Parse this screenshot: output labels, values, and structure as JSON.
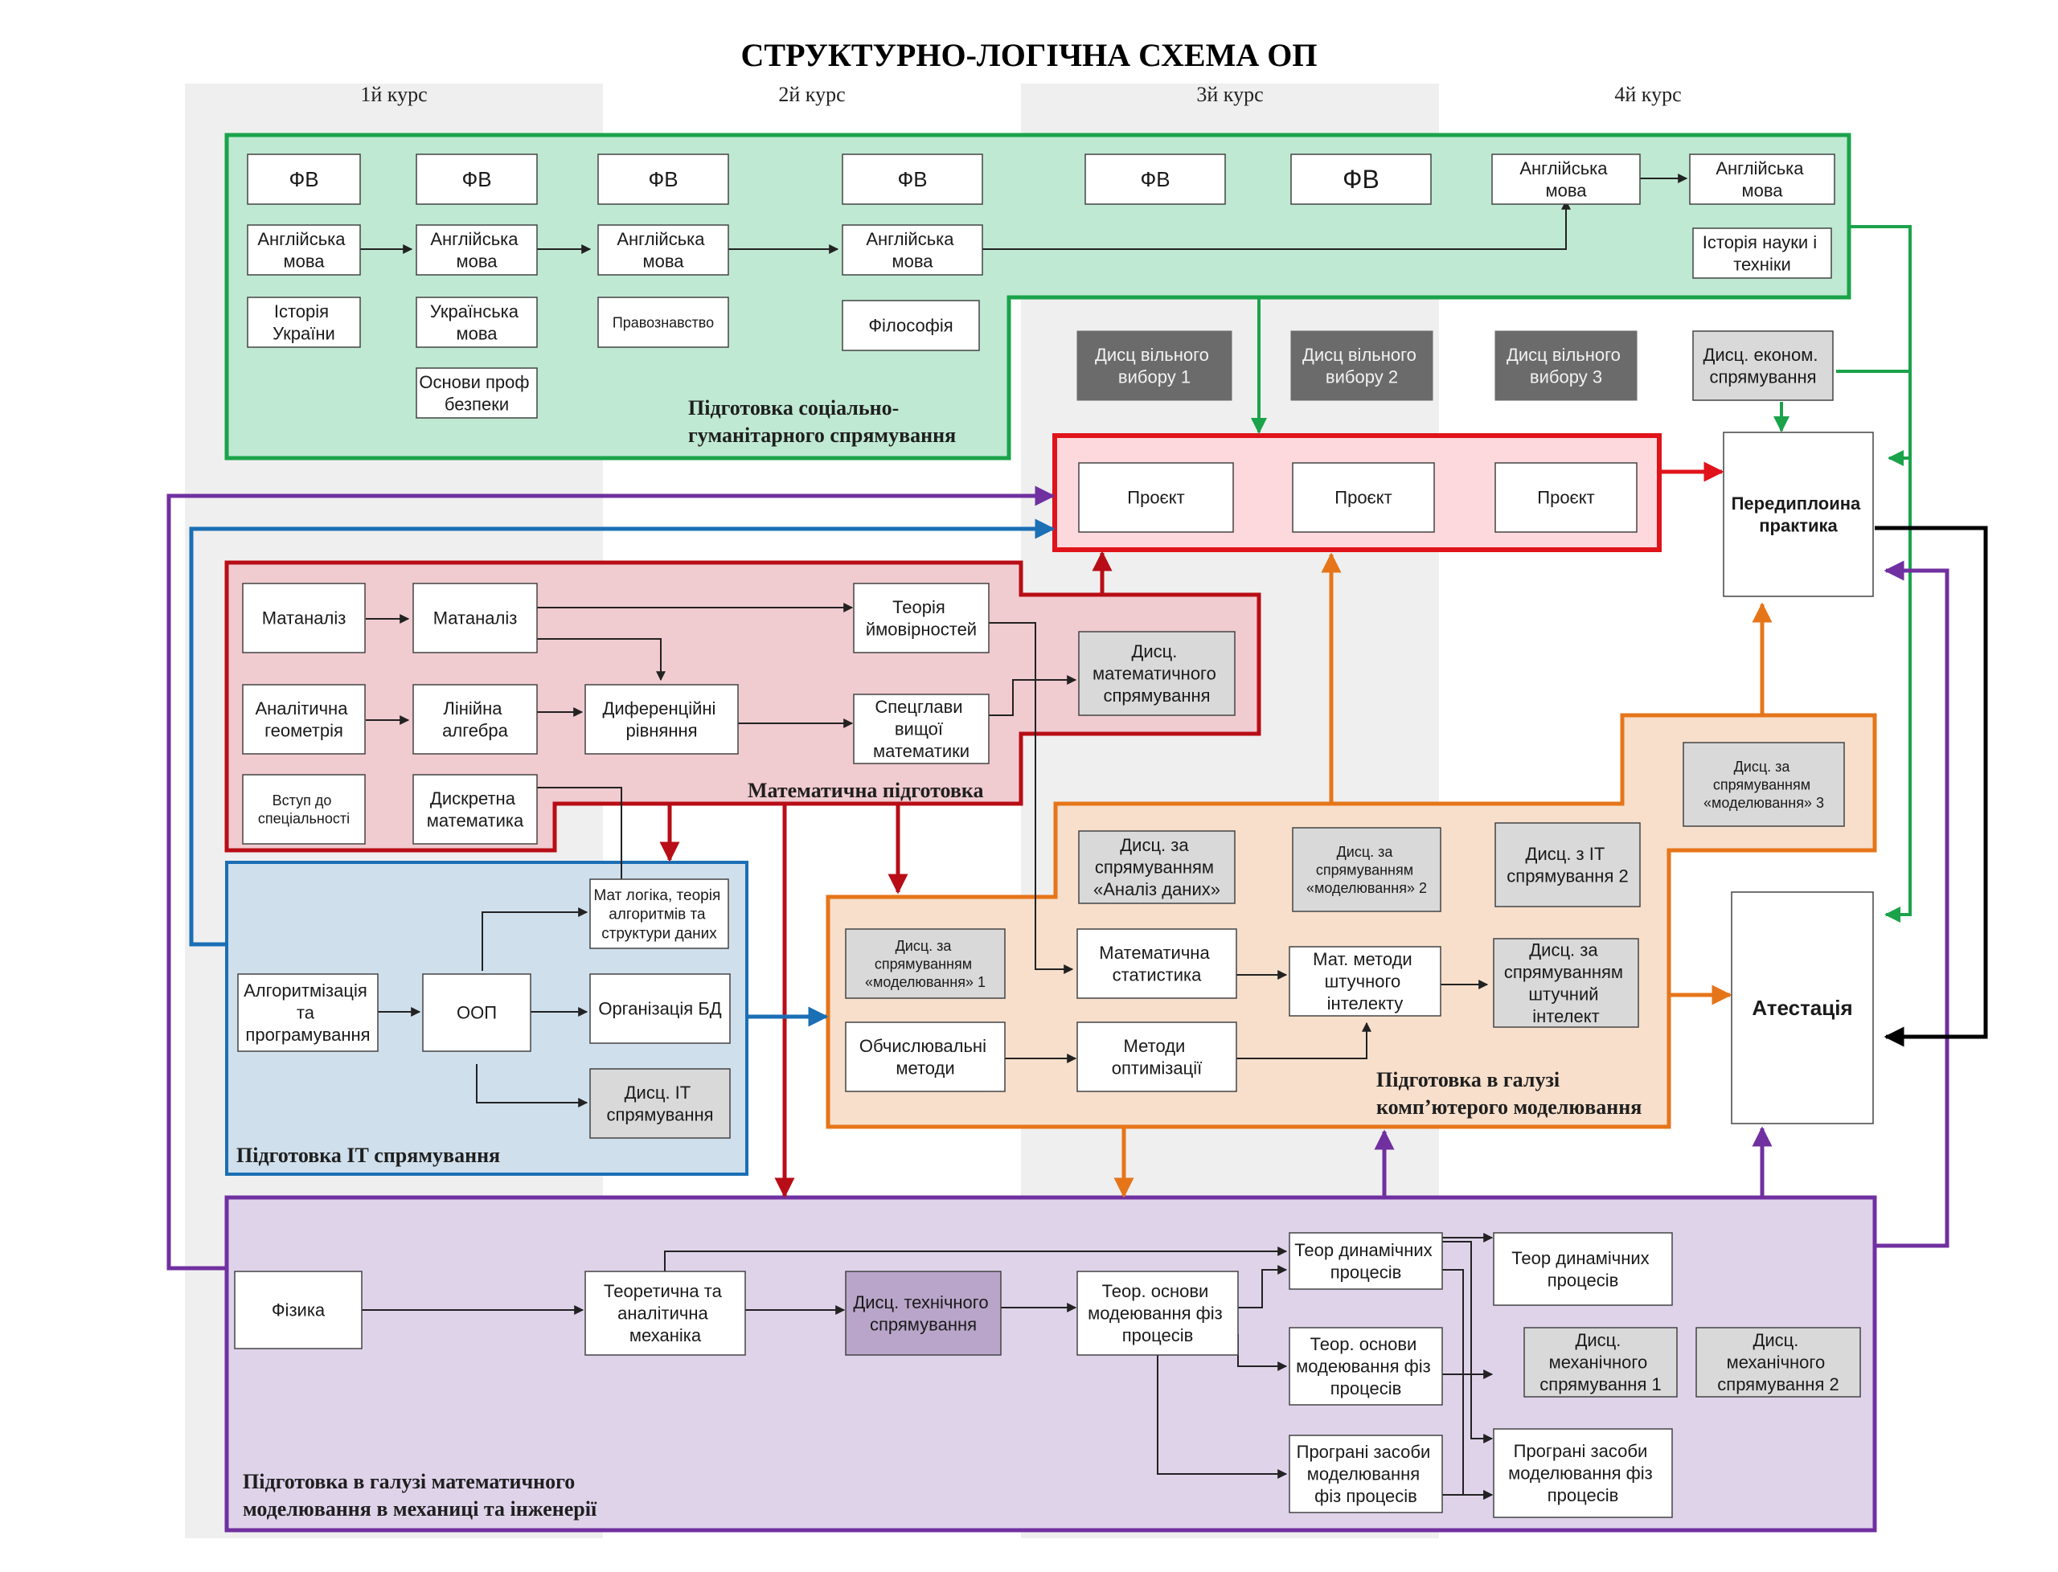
{
  "title": "СТРУКТУРНО-ЛОГІЧНА СХЕМА ОП",
  "courses": [
    "1й курс",
    "2й курс",
    "3й курс",
    "4й курс"
  ],
  "colors": {
    "social": "#1aa34a",
    "project": "#e0131b",
    "math": "#b80d16",
    "it": "#1a6fb5",
    "model": "#e6751a",
    "mech": "#7030a0",
    "black": "#000000"
  },
  "groups": {
    "social": [
      "Підготовка соціально-",
      "гуманітарного спрямування"
    ],
    "math": [
      "Математична підготовка"
    ],
    "it": [
      "Підготовка ІТ спрямування"
    ],
    "model": [
      "Підготовка в галузі",
      "комп’ютерого моделювання"
    ],
    "mech": [
      "Підготовка в галузі математичного",
      "моделювання в механиці та інженерії"
    ]
  },
  "boxes": {
    "fv1": "ФВ",
    "fv2": "ФВ",
    "fv3": "ФВ",
    "fv4": "ФВ",
    "fv5": "ФВ",
    "fv6": "ФВ",
    "eng1": "Англійська мова",
    "eng2": "Англійська мова",
    "eng3": "Англійська мова",
    "eng4": "Англійська мова",
    "eng5": "Англійська мова",
    "eng6": "Англійська мова",
    "hist_ua": "Історія України",
    "ukr": "Українська мова",
    "safety": "Основи проф безпеки",
    "law": "Правознавство",
    "philos": "Філософія",
    "hist_sci": "Історія науки і техніки",
    "free1": "Дисц вільного вибору 1",
    "free2": "Дисц вільного вибору 2",
    "free3": "Дисц вільного вибору 3",
    "econ": "Дисц. економ. спрямування",
    "proj1": "Проєкт",
    "proj2": "Проєкт",
    "proj3": "Проєкт",
    "pre_diploma": "Передиплоина практика",
    "attest": "Атестація",
    "matan1": "Матаналіз",
    "matan2": "Матаналіз",
    "prob": "Теорія ймовірностей",
    "math_disc": "Дисц. математичного спрямування",
    "anal_geom": "Аналітична геометрія",
    "lin_alg": "Лінійна алгебра",
    "diff_eq": "Диференційні рівняння",
    "special_math": "Спецглави вищої математики",
    "intro": "Вступ до спеціальності",
    "discrete": "Дискретна математика",
    "logic": "Мат логіка, теорія алгоритмів та структури даних",
    "algo": "Алгоритмізація та програмування",
    "oop": "ООП",
    "db": "Організація БД",
    "it_disc": "Дисц. ІТ спрямування",
    "data_analysis": "Дисц. за спрямуванням «Аналіз даних»",
    "model2": "Дисц. за спрямуванням «моделювання» 2",
    "it2": "Дисц. з ІТ спрямування 2",
    "model3": "Дисц. за спрямуванням «моделювання» 3",
    "model1": "Дисц. за спрямуванням «моделювання» 1",
    "math_stat": "Математична статистика",
    "ai_methods": "Мат. методи штучного інтелекту",
    "ai_disc": "Дисц. за спрямуванням штучний інтелект",
    "comp_methods": "Обчислювальні методи",
    "optim": "Методи оптимізації",
    "physics": "Фізика",
    "theor_mech": "Теоретична та аналітична механіка",
    "tech_disc": "Дисц. технічного спрямування",
    "theor_model1": "Теор. основи модеювання фіз процесів",
    "dyn1": "Теор динамічних процесів",
    "theor_model2": "Теор. основи модеювання фіз процесів",
    "soft1": "Програні засоби моделювання фіз процесів",
    "dyn2": "Теор динамічних процесів",
    "mech1": "Дисц. механічного спрямування 1",
    "mech2": "Дисц. механічного спрямування 2",
    "soft2": "Програні засоби моделювання фіз процесів"
  }
}
